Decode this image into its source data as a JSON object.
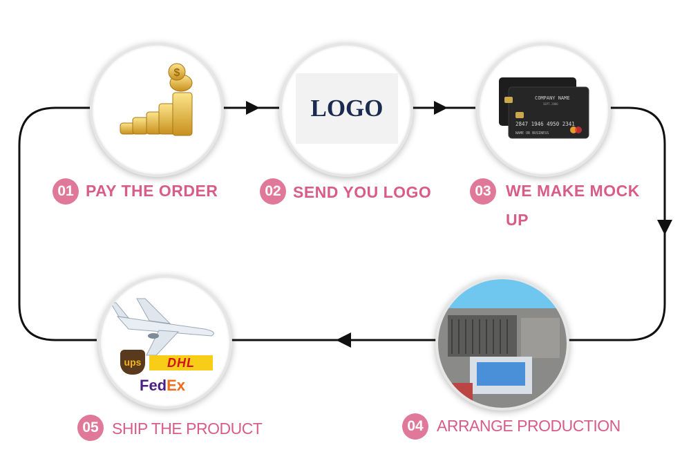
{
  "steps": [
    {
      "number": "01",
      "label": "PAY THE ORDER",
      "icon": "gold-coins-icon"
    },
    {
      "number": "02",
      "label": "SEND YOU LOGO",
      "icon": "logo-card-icon",
      "logo_text": "LOGO"
    },
    {
      "number": "03",
      "label_line1": "WE MAKE MOCK",
      "label_line2": "UP",
      "icon": "business-card-icon",
      "card": {
        "company": "COMPANY NAME",
        "subtitle": "SEPT.2006",
        "number": "2847 1946 4950 2341",
        "name": "NAME OR BUSINESS"
      }
    },
    {
      "number": "04",
      "label": "ARRANGE PRODUCTION",
      "icon": "printing-machine-icon"
    },
    {
      "number": "05",
      "label": "SHIP THE PRODUCT",
      "icon": "airplane-shipping-icon",
      "carriers": {
        "ups": "ups",
        "dhl": "DHL",
        "fedex_fed": "Fed",
        "fedex_ex": "Ex"
      }
    }
  ],
  "colors": {
    "accent": "#e0789a",
    "label": "#d95c88",
    "line": "#111111",
    "circle_border": "#e6e6e6"
  }
}
